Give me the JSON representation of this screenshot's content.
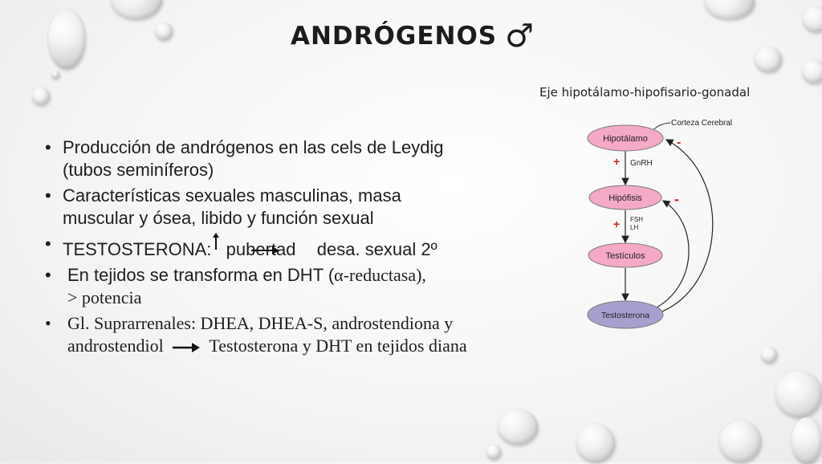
{
  "slide": {
    "title": "ANDRÓGENOS",
    "title_symbol": "♂",
    "diagram_caption": "Eje hipotálamo-hipofisario-gonadal"
  },
  "bullets": {
    "b1_line1": "Producción de andrógenos en las cels de Leydig",
    "b1_line2": "(tubos seminíferos)",
    "b2_line1": "Características sexuales masculinas, masa",
    "b2_line2": "muscular y ósea, libido y función sexual",
    "b3_part1": "TESTOSTERONA:",
    "b3_part2": "pubertad",
    "b3_part3": "desa. sexual 2º",
    "b4_line1a": "En tejidos se transforma en DHT (",
    "b4_line1b": "α-reductasa),",
    "b4_line2": "> potencia",
    "b5_line1": "Gl. Suprarrenales: DHEA, DHEA-S, androstendiona y",
    "b5_part1": "androstendiol",
    "b5_part2": "Testosterona y DHT en tejidos diana"
  },
  "diagram": {
    "cortex": "Corteza Cerebral",
    "node1": "Hipotálamo",
    "node2": "Hipófisis",
    "node3": "Testículos",
    "node4": "Testosterona",
    "hormone1": "GnRH",
    "hormone2a": "FSH",
    "hormone2b": "LH",
    "plus": "+",
    "minus": "-"
  },
  "colors": {
    "node_pink": "#f4a9c7",
    "node_purple": "#a7a0cf",
    "plus_red": "#cc2222"
  }
}
